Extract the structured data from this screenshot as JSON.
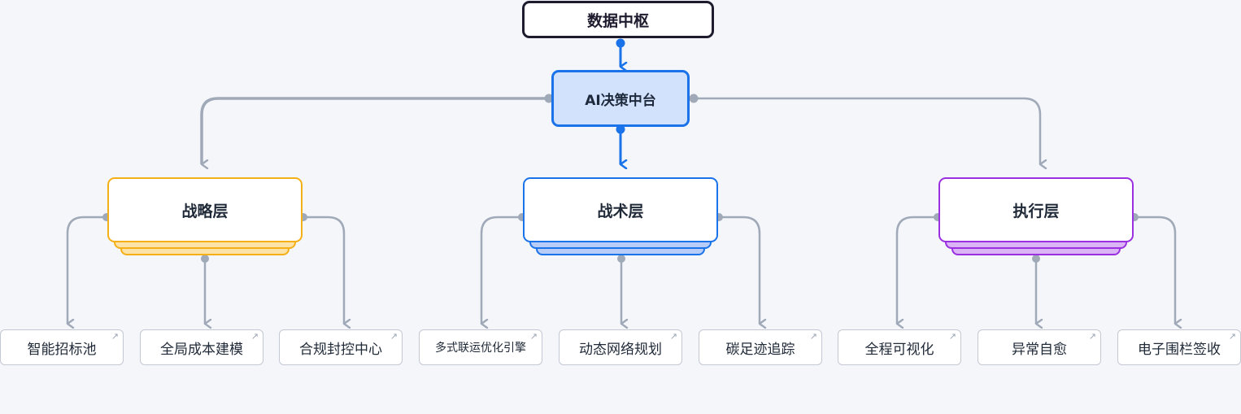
{
  "root": {
    "label": "数据中枢"
  },
  "hub": {
    "label": "AI决策中台"
  },
  "colors": {
    "connector": "#a0a9b8",
    "hub_connector": "#1a73e8",
    "root_border": "#1e1b2e",
    "hub_border": "#1a73e8",
    "hub_fill": "#d2e2fd"
  },
  "layers": [
    {
      "label": "战略层",
      "border": "#f5b017",
      "stack_fill": "#fde3a8",
      "children": [
        "智能招标池",
        "全局成本建模",
        "合规封控中心"
      ]
    },
    {
      "label": "战术层",
      "border": "#1a73e8",
      "stack_fill": "#b7ccf6",
      "children": [
        "多式联运优化引擎",
        "动态网络规划",
        "碳足迹追踪"
      ]
    },
    {
      "label": "执行层",
      "border": "#9b30e0",
      "stack_fill": "#dab4f5",
      "children": [
        "全程可视化",
        "异常自愈",
        "电子围栏签收"
      ]
    }
  ],
  "leaf_icon": "external-link-icon"
}
